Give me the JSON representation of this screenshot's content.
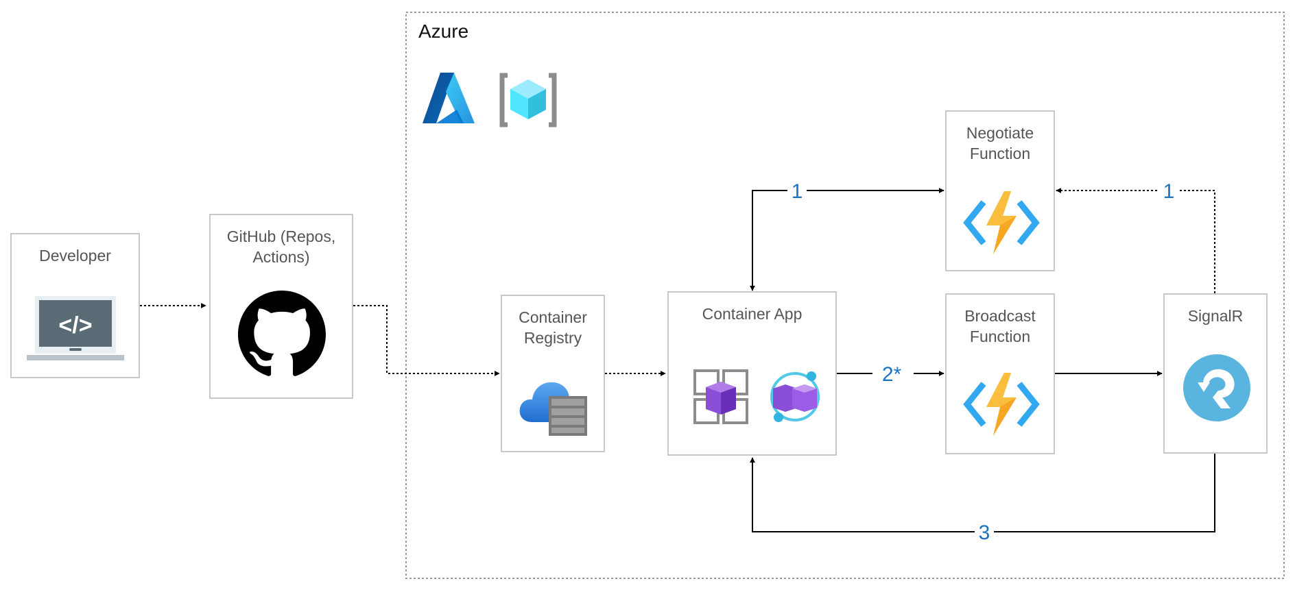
{
  "region": {
    "title": "Azure"
  },
  "nodes": {
    "developer": {
      "label": "Developer"
    },
    "github": {
      "label": "GitHub (Repos,\nActions)"
    },
    "registry": {
      "label": "Container\nRegistry"
    },
    "container_app": {
      "label": "Container App"
    },
    "negotiate": {
      "label": "Negotiate\nFunction"
    },
    "broadcast": {
      "label": "Broadcast\nFunction"
    },
    "signalr": {
      "label": "SignalR"
    }
  },
  "edges": {
    "app_negotiate": {
      "label": "1"
    },
    "signalr_negotiate": {
      "label": "1"
    },
    "app_broadcast": {
      "label": "2*"
    },
    "signalr_app": {
      "label": "3"
    }
  },
  "colors": {
    "edge_label": "#1a73c2",
    "box_border": "#c8c8c8",
    "box_text": "#555555",
    "azure_region_border": "#9a9a9a",
    "signalr_blue": "#5ab4e0",
    "function_bolt": "#f5a623",
    "container_purple": "#8a4fd6"
  },
  "icons": {
    "developer": "laptop-code-icon",
    "github": "github-octocat-icon",
    "azure": "azure-logo-icon",
    "container_apps_env": "container-apps-environment-icon",
    "registry": "container-registry-icon",
    "container_app_1": "container-app-grid-icon",
    "container_app_2": "container-app-cycle-icon",
    "negotiate": "azure-function-icon",
    "broadcast": "azure-function-icon",
    "signalr": "signalr-icon"
  }
}
